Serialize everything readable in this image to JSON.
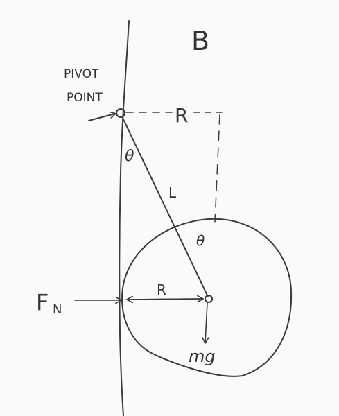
{
  "figure": {
    "panel_label": "B",
    "pivot_label_line1": "PIVOT",
    "pivot_label_line2": "POINT",
    "top_distance_label": "R",
    "angle_label_top": "θ",
    "angle_label_bottom": "θ",
    "length_label": "L",
    "radius_label": "R",
    "normal_force_label": "F",
    "normal_force_subscript": "N",
    "weight_label": "mg"
  },
  "colors": {
    "ink": "#3a3a3a",
    "paper": "#fafafa"
  }
}
